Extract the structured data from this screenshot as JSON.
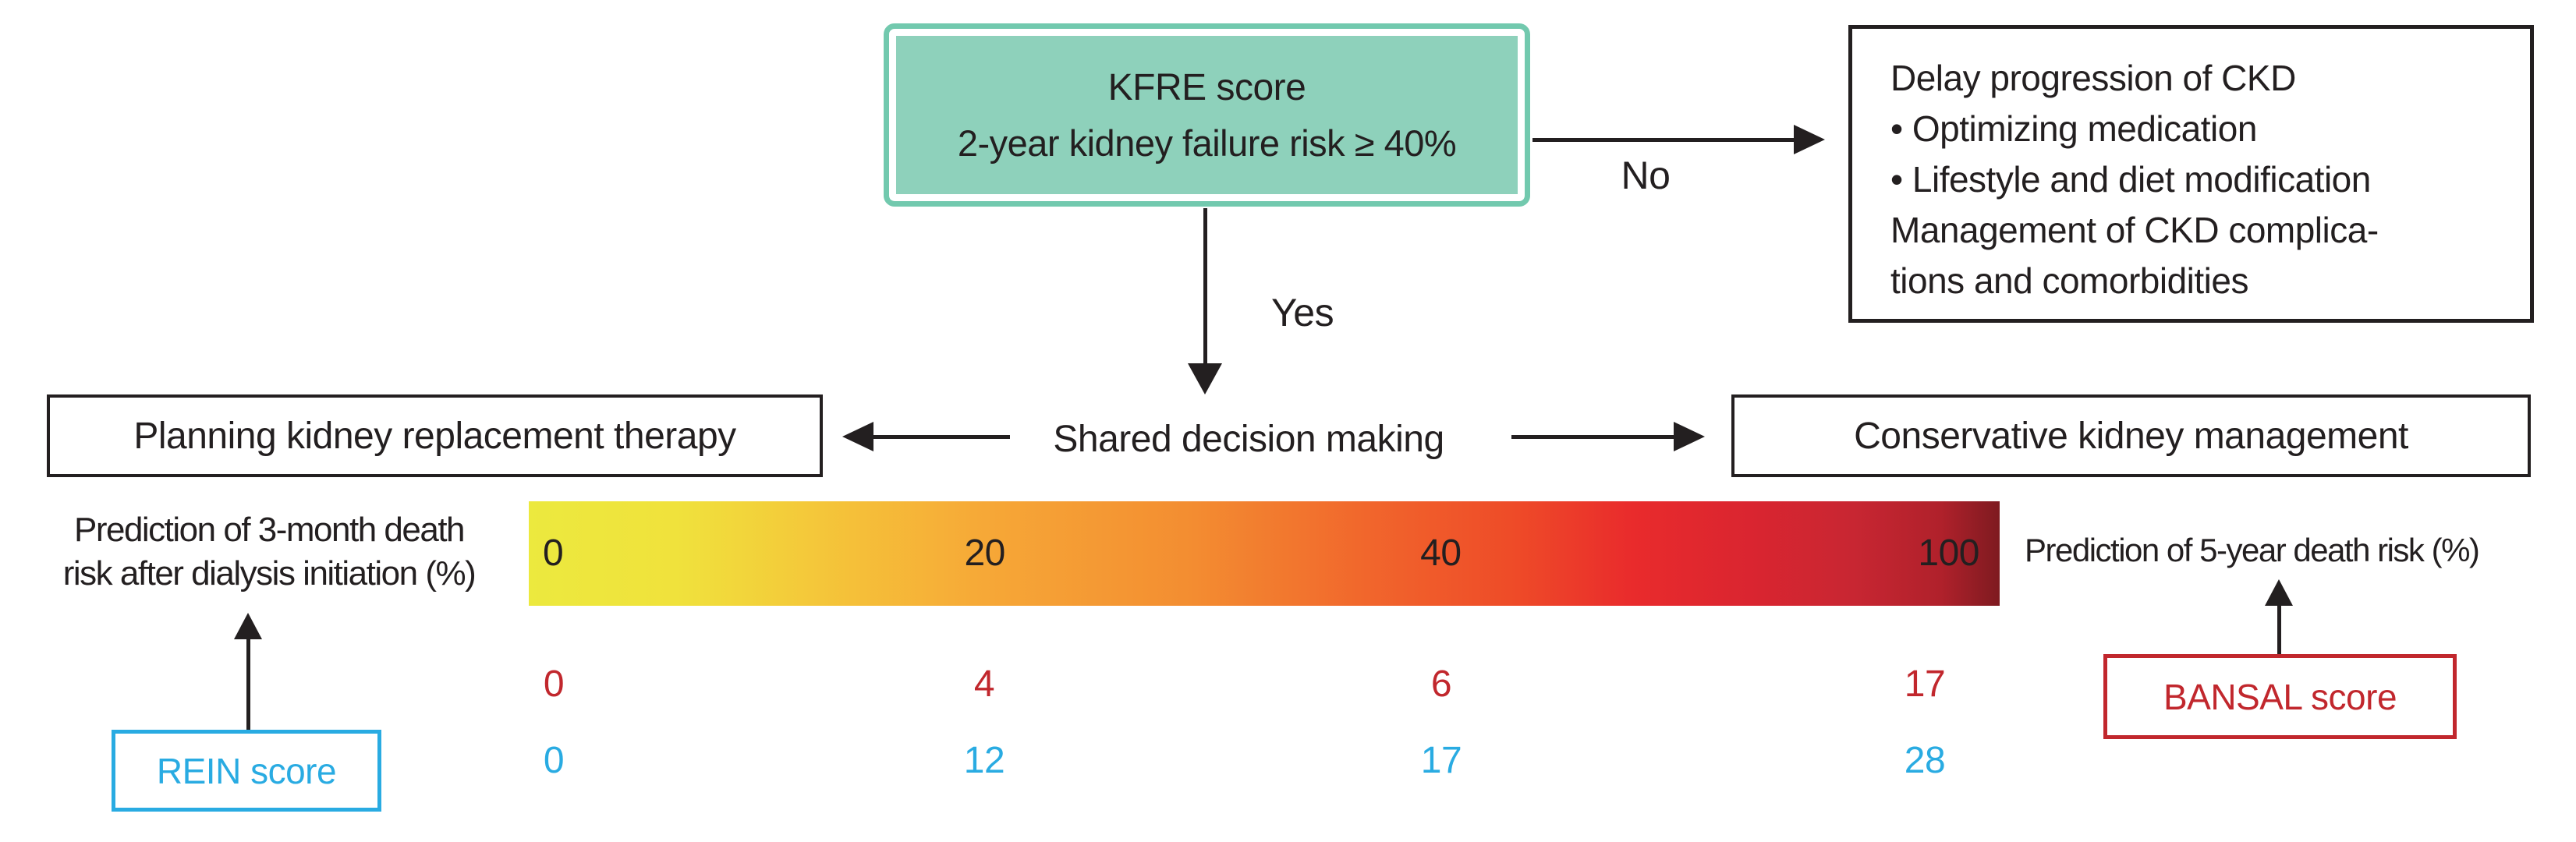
{
  "palette": {
    "ink": "#231f20",
    "teal_fill": "#8ed1bb",
    "teal_border": "#72c9ae",
    "red": "#c1272d",
    "blue": "#29abe2",
    "gradient_start": "#ece93e",
    "gradient_orange": "#f6a837",
    "gradient_red": "#e92b2c",
    "gradient_end": "#7e1a20"
  },
  "kfre_box": {
    "line1": "KFRE score",
    "line2": "2-year kidney failure risk ≥ 40%"
  },
  "branch_labels": {
    "no": "No",
    "yes": "Yes"
  },
  "delay_box": {
    "lines": [
      "Delay progression of CKD",
      "• Optimizing medication",
      "• Lifestyle and diet modification",
      "Management of CKD complica-",
      "tions and comorbidities"
    ]
  },
  "shared_decision_label": "Shared decision making",
  "krt_box_label": "Planning kidney replacement therapy",
  "ckm_box_label": "Conservative kidney management",
  "left_axis_label": {
    "line1": "Prediction of 3-month death",
    "line2": "risk after dialysis initiation (%)"
  },
  "right_axis_label": "Prediction of 5-year death risk (%)",
  "rein_score_label": "REIN score",
  "bansal_score_label": "BANSAL score",
  "risk_scale": {
    "tick_labels": [
      "0",
      "20",
      "40",
      "100"
    ]
  },
  "bansal_values": [
    "0",
    "4",
    "6",
    "17"
  ],
  "rein_values": [
    "0",
    "12",
    "17",
    "28"
  ],
  "chart_data": {
    "type": "heatmap",
    "title": "KFRE 2-year kidney failure risk color scale",
    "scale_ticks": [
      0,
      20,
      40,
      100
    ],
    "gradient": [
      "#ece93e",
      "#f6a837",
      "#ee4b28",
      "#e92b2c",
      "#7e1a20"
    ],
    "series": [
      {
        "name": "BANSAL score — Prediction of 5-year death risk (%)",
        "color": "#c1272d",
        "values": [
          0,
          4,
          6,
          17
        ]
      },
      {
        "name": "REIN score — Prediction of 3-month death risk after dialysis initiation (%)",
        "color": "#29abe2",
        "values": [
          0,
          12,
          17,
          28
        ]
      }
    ],
    "legend_position": "none",
    "grid": false
  }
}
